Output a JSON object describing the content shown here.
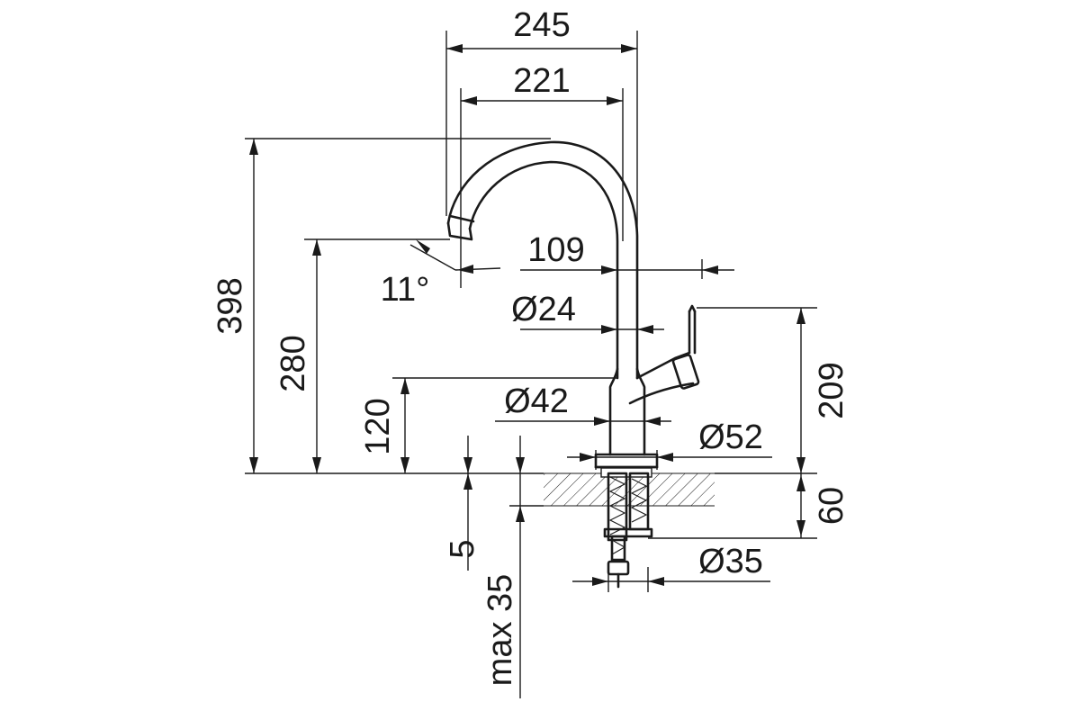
{
  "dimensions": {
    "width_total": "245",
    "width_inner": "221",
    "height_total": "398",
    "height_spout": "280",
    "height_base": "120",
    "angle": "11°",
    "spout_offset": "109",
    "dia_spout": "Ø24",
    "dia_body": "Ø42",
    "dia_base": "Ø52",
    "dia_thread": "Ø35",
    "handle_height": "209",
    "below_deck": "60",
    "deck_min": "5",
    "deck_max": "max 35"
  },
  "colors": {
    "line": "#1a1a1a",
    "background": "#ffffff"
  }
}
